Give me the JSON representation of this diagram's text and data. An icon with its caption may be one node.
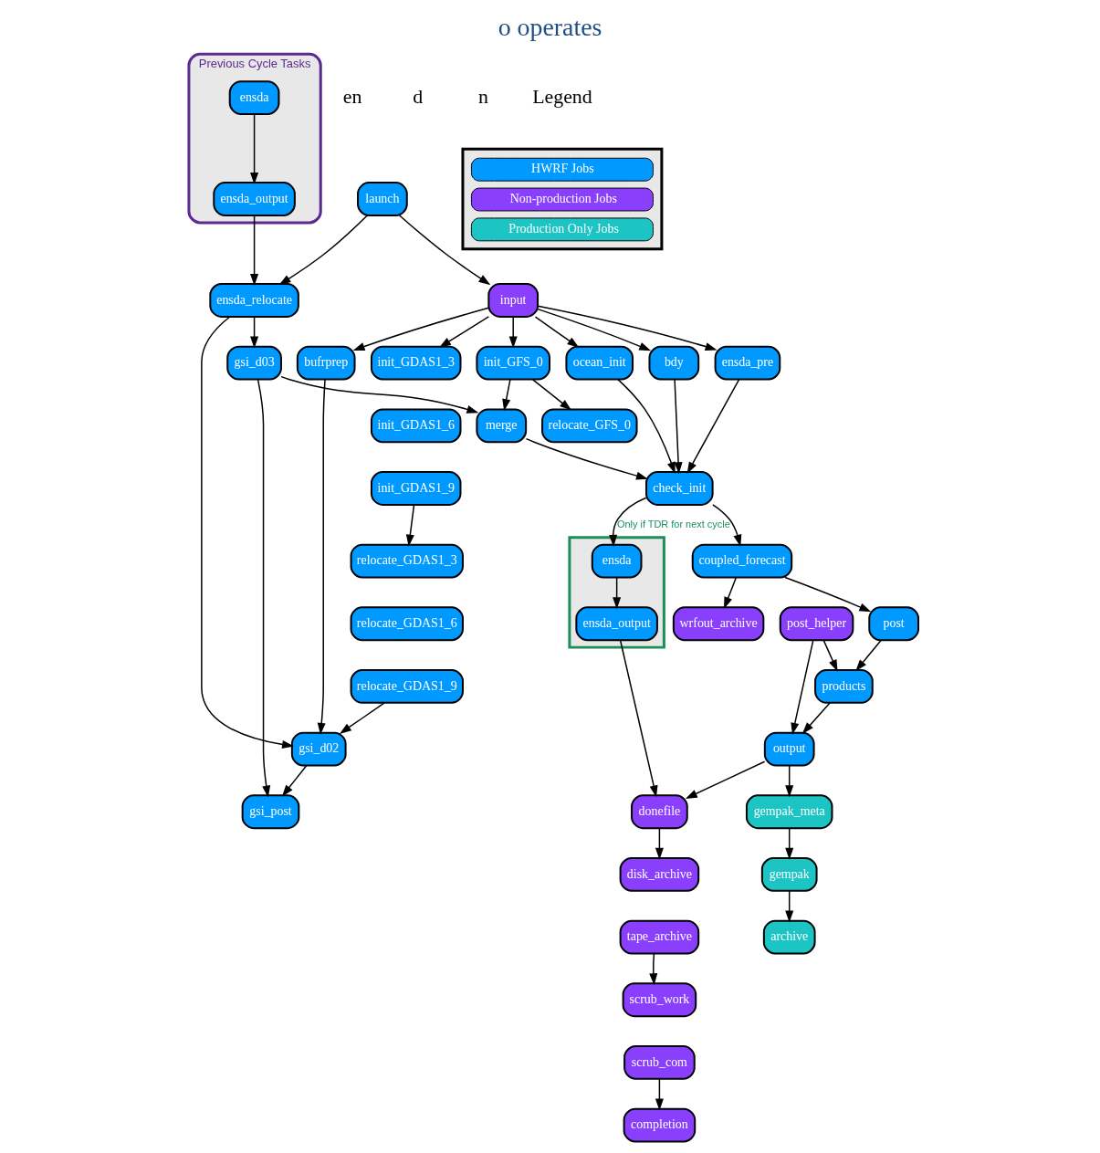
{
  "diagram": {
    "title": "o operates",
    "nodes": [
      {
        "text": [
          "Previous Cycle Tasks"
        ]
      },
      {
        "text": [
          "ensda"
        ],
        "in": 0
      },
      {
        "text": [
          "ensda_output"
        ],
        "in": 0
      },
      {
        "text": [
          "launch"
        ]
      },
      {
        "text": [
          "input"
        ]
      },
      {
        "text": [
          "init_GFS_0"
        ]
      },
      {
        "text": [
          "relocate_GFS_0"
        ]
      },
      {
        "text": [
          "init_GDAS1_3"
        ]
      },
      {
        "text": [
          "init_GDAS1_6"
        ]
      },
      {
        "text": [
          "init_GDAS1_9"
        ]
      },
      {
        "text": [
          "bufrprep"
        ]
      },
      {
        "text": [
          "ocean_init"
        ]
      },
      {
        "text": [
          "bdy"
        ]
      },
      {
        "text": [
          "ensda_pre"
        ]
      },
      {
        "text": [
          "relocate_GDAS1_3"
        ]
      },
      {
        "text": [
          "relocate_GDAS1_6"
        ]
      },
      {
        "text": [
          "relocate_GDAS1_9"
        ]
      },
      {
        "text": [
          "ensda_relocate"
        ]
      },
      {
        "text": [
          "gsi_post"
        ]
      },
      {
        "text": [
          "gsi_d02"
        ]
      },
      {
        "text": [
          "gsi_d03"
        ]
      },
      {
        "text": [
          "merge"
        ]
      },
      {
        "text": [
          "check_init"
        ]
      },
      {
        "text": [],
        "shape": "box"
      },
      {
        "text": [
          "ensda"
        ],
        "in": 23
      },
      {
        "text": [
          "ensda_output"
        ],
        "in": 23
      },
      {
        "text": [
          "coupled_forecast"
        ]
      },
      {
        "text": [
          "wrfout_archive"
        ]
      },
      {
        "text": [
          "post"
        ]
      },
      {
        "text": [
          "post_helper"
        ]
      },
      {
        "text": [
          "products"
        ]
      },
      {
        "text": [
          "output"
        ]
      },
      {
        "text": [
          "donefile"
        ]
      },
      {
        "text": [
          "gempak_meta"
        ]
      },
      {
        "text": [
          "gempak"
        ]
      },
      {
        "text": [
          "archive"
        ]
      },
      {
        "text": [
          "disk_archive"
        ]
      },
      {
        "text": [
          "tape_archive"
        ]
      },
      {
        "text": [
          "scrub_work"
        ]
      },
      {
        "text": [
          "scrub_com"
        ]
      },
      {
        "text": [
          "completion"
        ]
      }
    ],
    "edges": [
      {
        "from": 1,
        "to": 2,
        "arrow": "to"
      },
      {
        "from": 3,
        "to": 4,
        "arrow": "to"
      },
      {
        "from": 4,
        "to": 5,
        "arrow": "to"
      },
      {
        "from": 4,
        "to": 7,
        "arrow": "to"
      },
      {
        "from": 4,
        "to": 10,
        "arrow": "to"
      },
      {
        "from": 4,
        "to": 12,
        "arrow": "to"
      },
      {
        "from": 4,
        "to": 11,
        "arrow": "to"
      },
      {
        "from": 4,
        "to": 13,
        "arrow": "to"
      },
      {
        "from": 3,
        "to": 17,
        "arrow": "to"
      },
      {
        "from": 2,
        "to": 17,
        "arrow": "to"
      },
      {
        "from": 5,
        "to": 6,
        "arrow": "to"
      },
      {
        "from": 9,
        "to": 14,
        "arrow": "to"
      },
      {
        "from": 16,
        "to": 19,
        "arrow": "to"
      },
      {
        "from": 10,
        "to": 19,
        "arrow": "to"
      },
      {
        "from": 17,
        "to": 19,
        "arrow": "to"
      },
      {
        "from": 17,
        "to": 20,
        "arrow": "to"
      },
      {
        "from": 19,
        "to": 18,
        "arrow": "to"
      },
      {
        "from": 20,
        "to": 18,
        "arrow": "to"
      },
      {
        "from": 20,
        "to": 21,
        "arrow": "to"
      },
      {
        "from": 5,
        "to": 21,
        "arrow": "to"
      },
      {
        "from": 21,
        "to": 22,
        "arrow": "to"
      },
      {
        "from": 12,
        "to": 22,
        "arrow": "to"
      },
      {
        "from": 11,
        "to": 22,
        "arrow": "to"
      },
      {
        "from": 13,
        "to": 22,
        "arrow": "to"
      },
      {
        "from": 22,
        "to": 24,
        "arrow": "to",
        "label": "Only if TDR for next cycle"
      },
      {
        "from": 24,
        "to": 25,
        "arrow": "to"
      },
      {
        "from": 22,
        "to": 26,
        "arrow": "to"
      },
      {
        "from": 26,
        "to": 27,
        "arrow": "to"
      },
      {
        "from": 26,
        "to": 28,
        "arrow": "to"
      },
      {
        "from": 28,
        "to": 30,
        "arrow": "to"
      },
      {
        "from": 29,
        "to": 30,
        "arrow": "to"
      },
      {
        "from": 30,
        "to": 31,
        "arrow": "to"
      },
      {
        "from": 29,
        "to": 31,
        "arrow": "to"
      },
      {
        "from": 25,
        "to": 32,
        "arrow": "to"
      },
      {
        "from": 31,
        "to": 32,
        "arrow": "to"
      },
      {
        "from": 31,
        "to": 33,
        "arrow": "to"
      },
      {
        "from": 32,
        "to": 36,
        "arrow": "to"
      },
      {
        "from": 37,
        "to": 38,
        "arrow": "to"
      },
      {
        "from": 39,
        "to": 40,
        "arrow": "to"
      },
      {
        "from": 33,
        "to": 34,
        "arrow": "to"
      },
      {
        "from": 34,
        "to": 35,
        "arrow": "to"
      }
    ],
    "labels": [
      "en",
      "d",
      "n",
      "Legend"
    ],
    "legend": [
      {
        "text": "HWRF Jobs",
        "color": "#0099ff"
      },
      {
        "text": "Non-production Jobs",
        "color": "#8a3ffc"
      },
      {
        "text": "Production Only Jobs",
        "color": "#1cc4c4"
      }
    ]
  }
}
